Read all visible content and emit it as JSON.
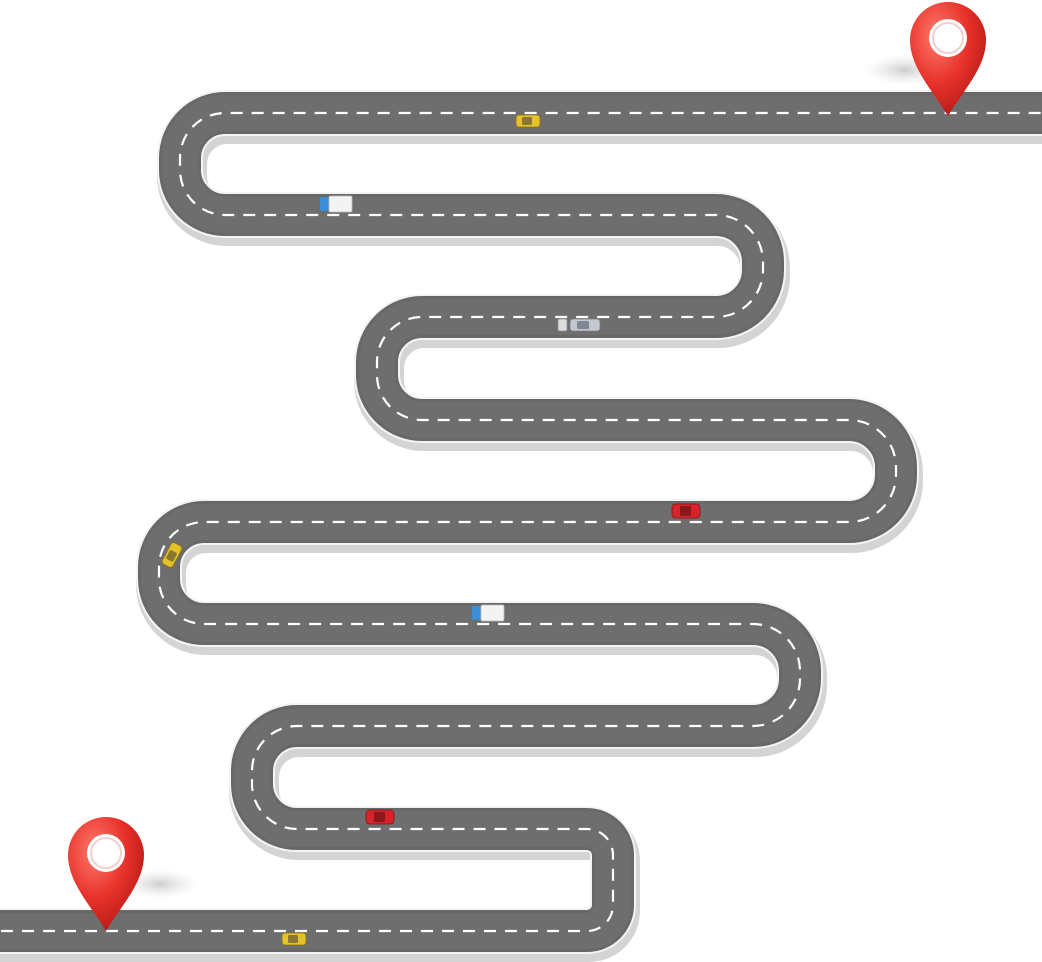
{
  "scene": {
    "background": "#ffffff",
    "road_color": "#6b6b6b",
    "road_edge_color": "#f2f2f2",
    "lane_marking_color": "#ffffff",
    "shadow_color": "#cfcfcf",
    "pin_color": "#e8322b",
    "pin_highlight": "#ff6a5e"
  },
  "markers": [
    {
      "name": "start-pin",
      "icon": "map-pin-icon"
    },
    {
      "name": "end-pin",
      "icon": "map-pin-icon"
    }
  ],
  "vehicles": [
    {
      "name": "taxi-car",
      "color": "#e5c229"
    },
    {
      "name": "blue-truck",
      "color": "#3a8fd8"
    },
    {
      "name": "silver-car",
      "color": "#b9bcc4"
    },
    {
      "name": "red-car",
      "color": "#d8232b"
    },
    {
      "name": "taxi-car",
      "color": "#e5c229"
    },
    {
      "name": "blue-truck",
      "color": "#3a8fd8"
    },
    {
      "name": "red-car",
      "color": "#d8232b"
    },
    {
      "name": "taxi-car",
      "color": "#e5c229"
    }
  ]
}
